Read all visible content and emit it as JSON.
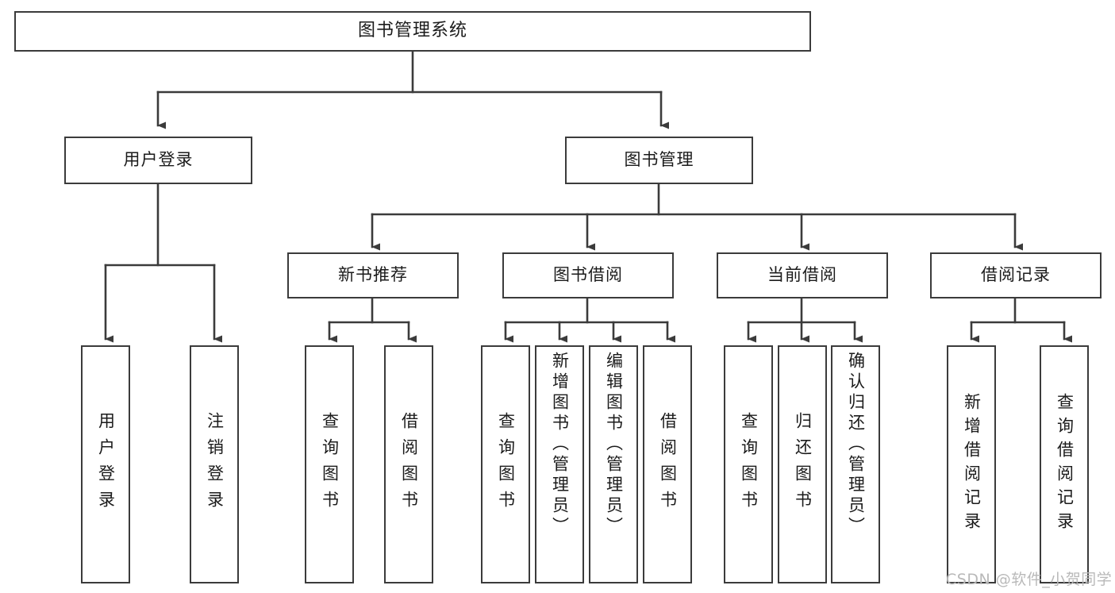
{
  "diagram": {
    "title": "图书管理系统",
    "type": "tree-hierarchy",
    "orientation": "top-down",
    "colors": {
      "box_border": "#3b3b3b",
      "box_fill": "#ffffff",
      "connector": "#3b3b3b",
      "text": "#1b1b1b",
      "watermark": "#b9b9b9",
      "background": "#ffffff"
    }
  },
  "root": {
    "label": "图书管理系统"
  },
  "level1": [
    {
      "label": "用户登录"
    },
    {
      "label": "图书管理"
    }
  ],
  "level2": [
    {
      "label": "新书推荐"
    },
    {
      "label": "图书借阅"
    },
    {
      "label": "当前借阅"
    },
    {
      "label": "借阅记录"
    }
  ],
  "leaves": {
    "user_login": [
      {
        "label": "用户登录"
      },
      {
        "label": "注销登录"
      }
    ],
    "new_book_recommend": [
      {
        "label": "查询图书"
      },
      {
        "label": "借阅图书"
      }
    ],
    "book_borrow": [
      {
        "label": "查询图书"
      },
      {
        "label": "新增图书（管理员）"
      },
      {
        "label": "编辑图书（管理员）"
      },
      {
        "label": "借阅图书"
      }
    ],
    "current_borrow": [
      {
        "label": "查询图书"
      },
      {
        "label": "归还图书"
      },
      {
        "label": "确认归还（管理员）"
      }
    ],
    "borrow_record": [
      {
        "label": "新增借阅记录"
      },
      {
        "label": "查询借阅记录"
      }
    ]
  },
  "watermark": {
    "text": "CSDN @软件_小贺同学"
  }
}
